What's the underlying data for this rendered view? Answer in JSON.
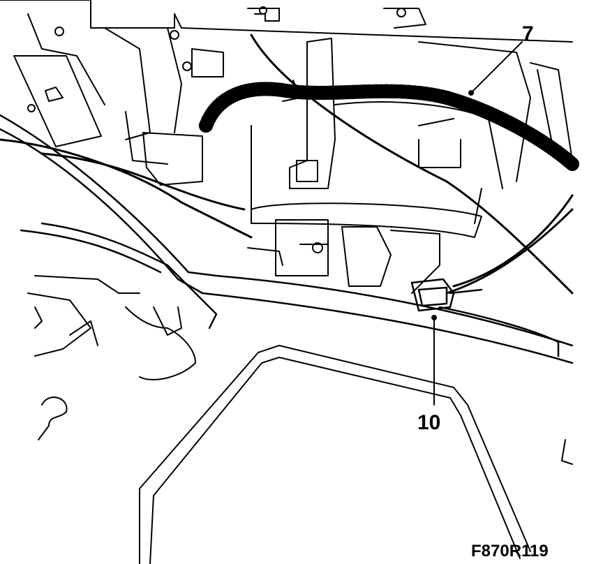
{
  "diagram": {
    "callouts": [
      {
        "id": "7",
        "text": "7"
      },
      {
        "id": "10",
        "text": "10"
      }
    ],
    "figure_id": "F870R119"
  },
  "colors": {
    "line": "#000000",
    "background": "#ffffff"
  }
}
